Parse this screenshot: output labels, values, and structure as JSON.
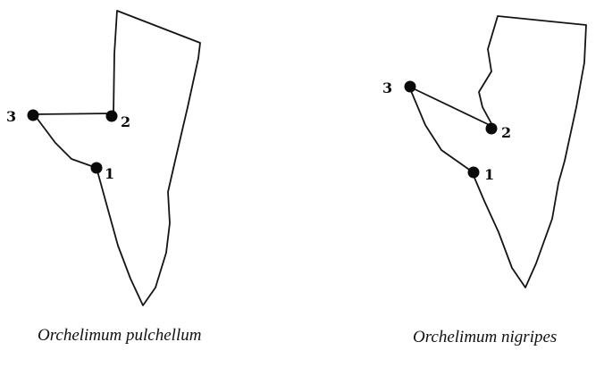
{
  "specimens": [
    {
      "species": "Orchelimum pulchellum",
      "landmarks": [
        {
          "id": "1",
          "label": "1"
        },
        {
          "id": "2",
          "label": "2"
        },
        {
          "id": "3",
          "label": "3"
        }
      ]
    },
    {
      "species": "Orchelimum nigripes",
      "landmarks": [
        {
          "id": "1",
          "label": "1"
        },
        {
          "id": "2",
          "label": "2"
        },
        {
          "id": "3",
          "label": "3"
        }
      ]
    }
  ],
  "colors": {
    "line": "#141414",
    "dot": "#0a0a0a",
    "background": "#ffffff"
  }
}
